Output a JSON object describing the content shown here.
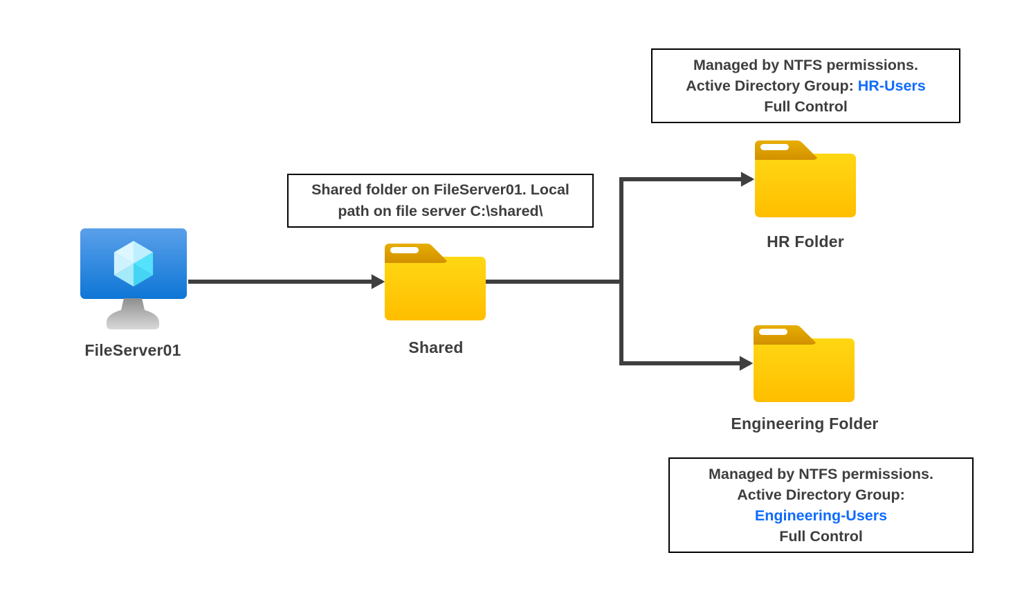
{
  "diagram": {
    "nodes": {
      "server": {
        "label": "FileServer01",
        "icon": "server-vm-monitor-icon"
      },
      "shared": {
        "label": "Shared",
        "icon": "folder-icon"
      },
      "hr": {
        "label": "HR Folder",
        "icon": "folder-icon"
      },
      "engineering": {
        "label": "Engineering Folder",
        "icon": "folder-icon"
      }
    },
    "notes": {
      "shared": {
        "lines": [
          "Shared folder on FileServer01. Local",
          "path on file server C:\\shared\\"
        ]
      },
      "hr": {
        "line1": "Managed by NTFS permissions.",
        "line2_prefix": "Active Directory Group: ",
        "line2_group": "HR-Users",
        "line3": "Full Control"
      },
      "engineering": {
        "line1": "Managed by NTFS permissions.",
        "line2": "Active Directory Group:",
        "line3_group": "Engineering-Users",
        "line4": "Full Control"
      }
    },
    "connections": [
      {
        "from": "FileServer01",
        "to": "Shared",
        "arrow": true
      },
      {
        "from": "Shared",
        "to": "HR Folder",
        "arrow": true
      },
      {
        "from": "Shared",
        "to": "Engineering Folder",
        "arrow": true
      }
    ],
    "colors": {
      "link_blue": "#0F6CFB",
      "text_dark": "#3E3E3E",
      "arrow": "#3F3F3F",
      "note_border": "#000000",
      "folder_body_top": "#FFD713",
      "folder_body_bottom": "#FFBE00",
      "folder_tab_top": "#E7AE00",
      "folder_tab_bottom": "#D29000",
      "monitor_top": "#5AA0EA",
      "monitor_bottom": "#0E76D6",
      "cube_right": "#50E6FF",
      "background": "#FFFFFF"
    }
  }
}
